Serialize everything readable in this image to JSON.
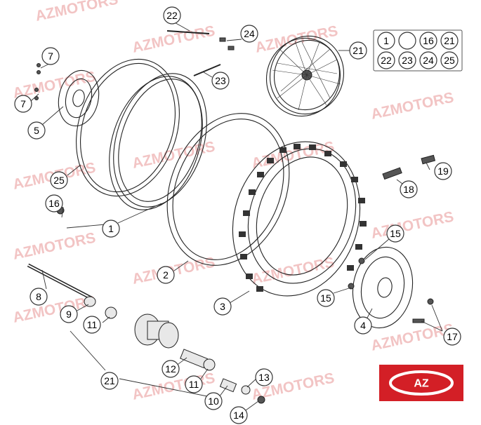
{
  "watermark": "AZMOTORS",
  "callouts": [
    {
      "id": "c22",
      "text": "22"
    },
    {
      "id": "c24",
      "text": "24"
    },
    {
      "id": "c21a",
      "text": "21"
    },
    {
      "id": "c7a",
      "text": "7"
    },
    {
      "id": "c7b",
      "text": "7"
    },
    {
      "id": "c5",
      "text": "5"
    },
    {
      "id": "c23",
      "text": "23"
    },
    {
      "id": "c25",
      "text": "25"
    },
    {
      "id": "c16",
      "text": "16"
    },
    {
      "id": "c1",
      "text": "1"
    },
    {
      "id": "c19",
      "text": "19"
    },
    {
      "id": "c18",
      "text": "18"
    },
    {
      "id": "c2",
      "text": "2"
    },
    {
      "id": "c15a",
      "text": "15"
    },
    {
      "id": "c15b",
      "text": "15"
    },
    {
      "id": "c8",
      "text": "8"
    },
    {
      "id": "c9",
      "text": "9"
    },
    {
      "id": "c3",
      "text": "3"
    },
    {
      "id": "c4",
      "text": "4"
    },
    {
      "id": "c11a",
      "text": "11"
    },
    {
      "id": "c17",
      "text": "17"
    },
    {
      "id": "c12",
      "text": "12"
    },
    {
      "id": "c11b",
      "text": "11"
    },
    {
      "id": "c21b",
      "text": "21"
    },
    {
      "id": "c13",
      "text": "13"
    },
    {
      "id": "c10",
      "text": "10"
    },
    {
      "id": "c14",
      "text": "14"
    }
  ],
  "kit_box": [
    "1",
    "",
    "16",
    "21",
    "22",
    "23",
    "24",
    "25"
  ],
  "logo_text": "AZ"
}
